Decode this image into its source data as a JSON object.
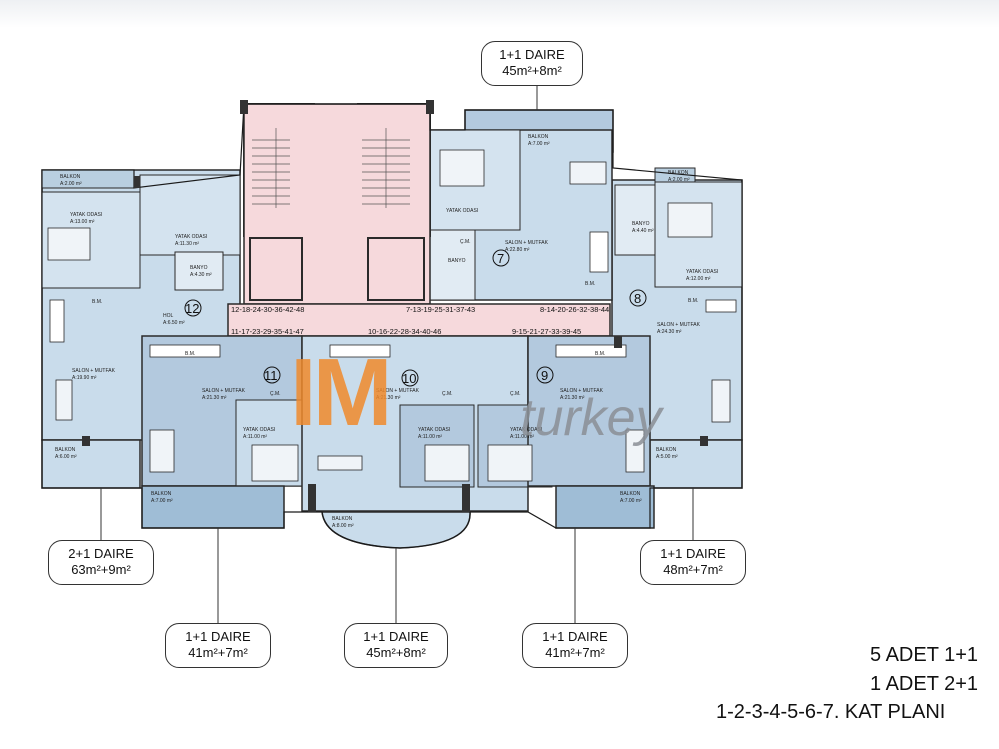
{
  "callouts": [
    {
      "id": "top",
      "type": "1+1 DAIRE",
      "area": "45m²+8m²"
    },
    {
      "id": "left",
      "type": "2+1 DAIRE",
      "area": "63m²+9m²"
    },
    {
      "id": "bottom-left",
      "type": "1+1 DAIRE",
      "area": "41m²+7m²"
    },
    {
      "id": "bottom-center",
      "type": "1+1 DAIRE",
      "area": "45m²+8m²"
    },
    {
      "id": "bottom-right",
      "type": "1+1 DAIRE",
      "area": "41m²+7m²"
    },
    {
      "id": "right",
      "type": "1+1 DAIRE",
      "area": "48m²+7m²"
    }
  ],
  "summary": {
    "line1": "5 ADET 1+1",
    "line2": "1 ADET 2+1",
    "line3": "1-2-3-4-5-6-7. KAT PLANI"
  },
  "unit_numbers": {
    "u7": "7",
    "u8": "8",
    "u9": "9",
    "u10": "10",
    "u11": "11",
    "u12": "12"
  },
  "corridor_labels": {
    "a": "12-18-24-30-36-42-48",
    "b": "7-13-19-25-31-37-43",
    "c": "8-14-20-26-32-38-44",
    "d": "11-17-23-29-35-41-47",
    "e": "10-16-22-28-34-40-46",
    "f": "9-15-21-27-33-39-45"
  },
  "rooms": {
    "balkon": "BALKON",
    "yatak_odasi": "YATAK ODASI",
    "salon_mutfak": "SALON + MUTFAK",
    "banyo": "BANYO",
    "hol": "HOL",
    "bm": "B.M.",
    "cm": "Ç.M."
  },
  "room_areas": {
    "balkon_top": "A:7.00 m²",
    "balkon_tl": "A:2.00 m²",
    "balkon_tr": "A:2.00 m²",
    "yatak_l": "A:13.00 m²",
    "yatak_12": "A:11.30 m²",
    "banyo_12": "A:4.30 m²",
    "hol_12": "A:6.50 m²",
    "salon_12": "A:19.90 m²",
    "balkon_l": "A:6.00 m²",
    "salon_7": "A:22.80 m²",
    "banyo_8": "A:4.40 m²",
    "yatak_8": "A:12.00 m²",
    "salon_8": "A:24.30 m²",
    "balkon_r": "A:5.00 m²",
    "salon_11": "A:21.30 m²",
    "salon_10": "A:21.30 m²",
    "salon_9": "A:21.30 m²",
    "yatak_11": "A:11.00 m²",
    "yatak_10": "A:11.00 m²",
    "yatak_9": "A:11.00 m²",
    "balkon_11": "A:7.00 m²",
    "balkon_10": "A:8.00 m²",
    "balkon_9": "A:7.00 m²"
  },
  "watermark": {
    "mark": "IM",
    "word": "turkey"
  },
  "colors": {
    "core_pink": "#f6d9dc",
    "unit_blue": "#c9dceb",
    "unit_blue_dark": "#b3c9de",
    "balcony_blue": "#9fbdd6",
    "wall": "#2a2a2a",
    "watermark_orange": "#f08a2c",
    "watermark_grey": "#8a8f96"
  }
}
